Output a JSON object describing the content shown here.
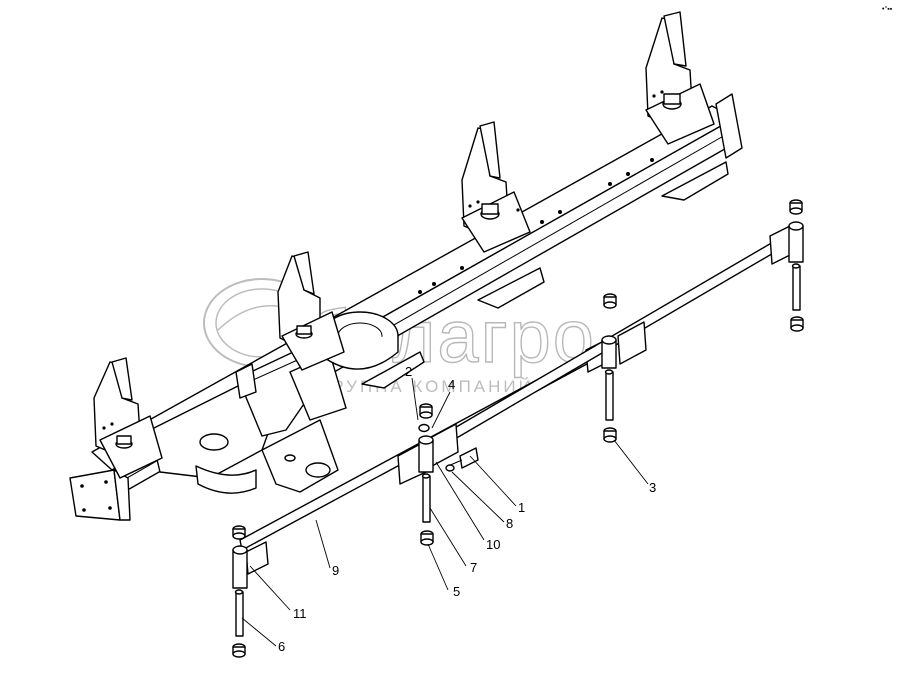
{
  "watermark": {
    "brand": "белагро",
    "subtitle": "ГРУППА КОМПАНИЙ"
  },
  "corner_mark": "•°▪▪",
  "callouts": [
    "1",
    "2",
    "3",
    "4",
    "5",
    "6",
    "7",
    "8",
    "9",
    "10",
    "11"
  ]
}
